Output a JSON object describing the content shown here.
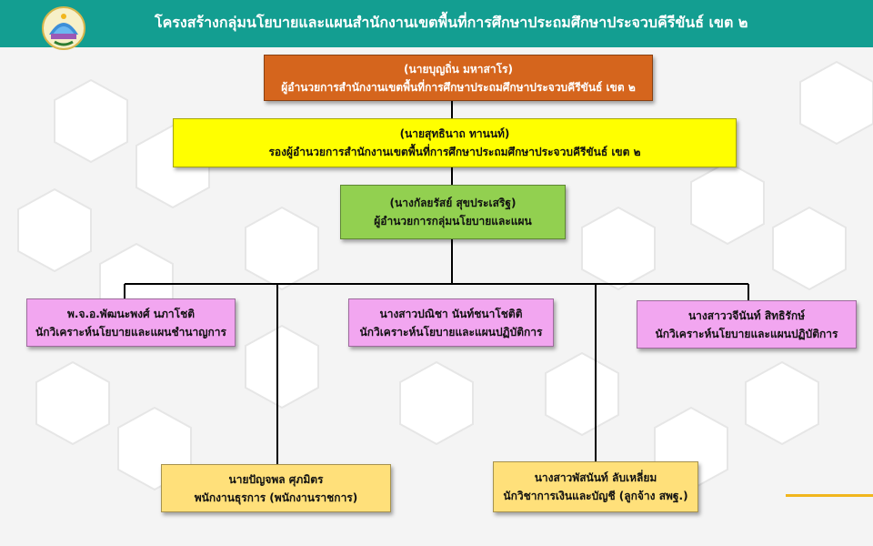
{
  "header": {
    "title": "โครงสร้างกลุ่มนโยบายและแผนสำนักงานเขตพื้นที่การศึกษาประถมศึกษาประจวบคีรีขันธ์ เขต ๒"
  },
  "org": {
    "director": {
      "name": "(นายบุญถิ่น มหาสาโร)",
      "position": "ผู้อำนวยการสำนักงานเขตพื้นที่การศึกษาประถมศึกษาประจวบคีรีขันธ์ เขต ๒"
    },
    "deputy": {
      "name": "(นายสุทธินาถ ทานนท์)",
      "position": "รองผู้อำนวยการสำนักงานเขตพื้นที่การศึกษาประถมศึกษาประจวบคีรีขันธ์ เขต ๒"
    },
    "group_head": {
      "name": "(นางกัลยรัสย์ สุขประเสริฐ)",
      "position": "ผู้อำนวยการกลุ่มนโยบายและแผน"
    },
    "staff": [
      {
        "name": "พ.จ.อ.พัฒนะพงศ์  นภาโชติ",
        "position": "นักวิเคราะห์นโยบายและแผนชำนาญการ"
      },
      {
        "name": "นางสาวปณิชา  นันท์ชนาโชติติ",
        "position": "นักวิเคราะห์นโยบายและแผนปฏิบัติการ"
      },
      {
        "name": "นางสาววจีนันท์  สิทธิรักษ์",
        "position": "นักวิเคราะห์นโยบายและแผนปฏิบัติการ"
      },
      {
        "name": "นายปัญจพล ศุภมิตร",
        "position": "พนักงานธุรการ (พนักงานราชการ)"
      },
      {
        "name": "นางสาวพัสนันท์  ลับเหลี่ยม",
        "position": "นักวิชาการเงินและบัญชี (ลูกจ้าง สพฐ.)"
      }
    ]
  },
  "colors": {
    "header": "#139e91",
    "director": "#d5651d",
    "deputy": "#ffff00",
    "group_head": "#92d050",
    "staff_pink": "#f2a6f0",
    "staff_gold": "#ffe07a"
  }
}
